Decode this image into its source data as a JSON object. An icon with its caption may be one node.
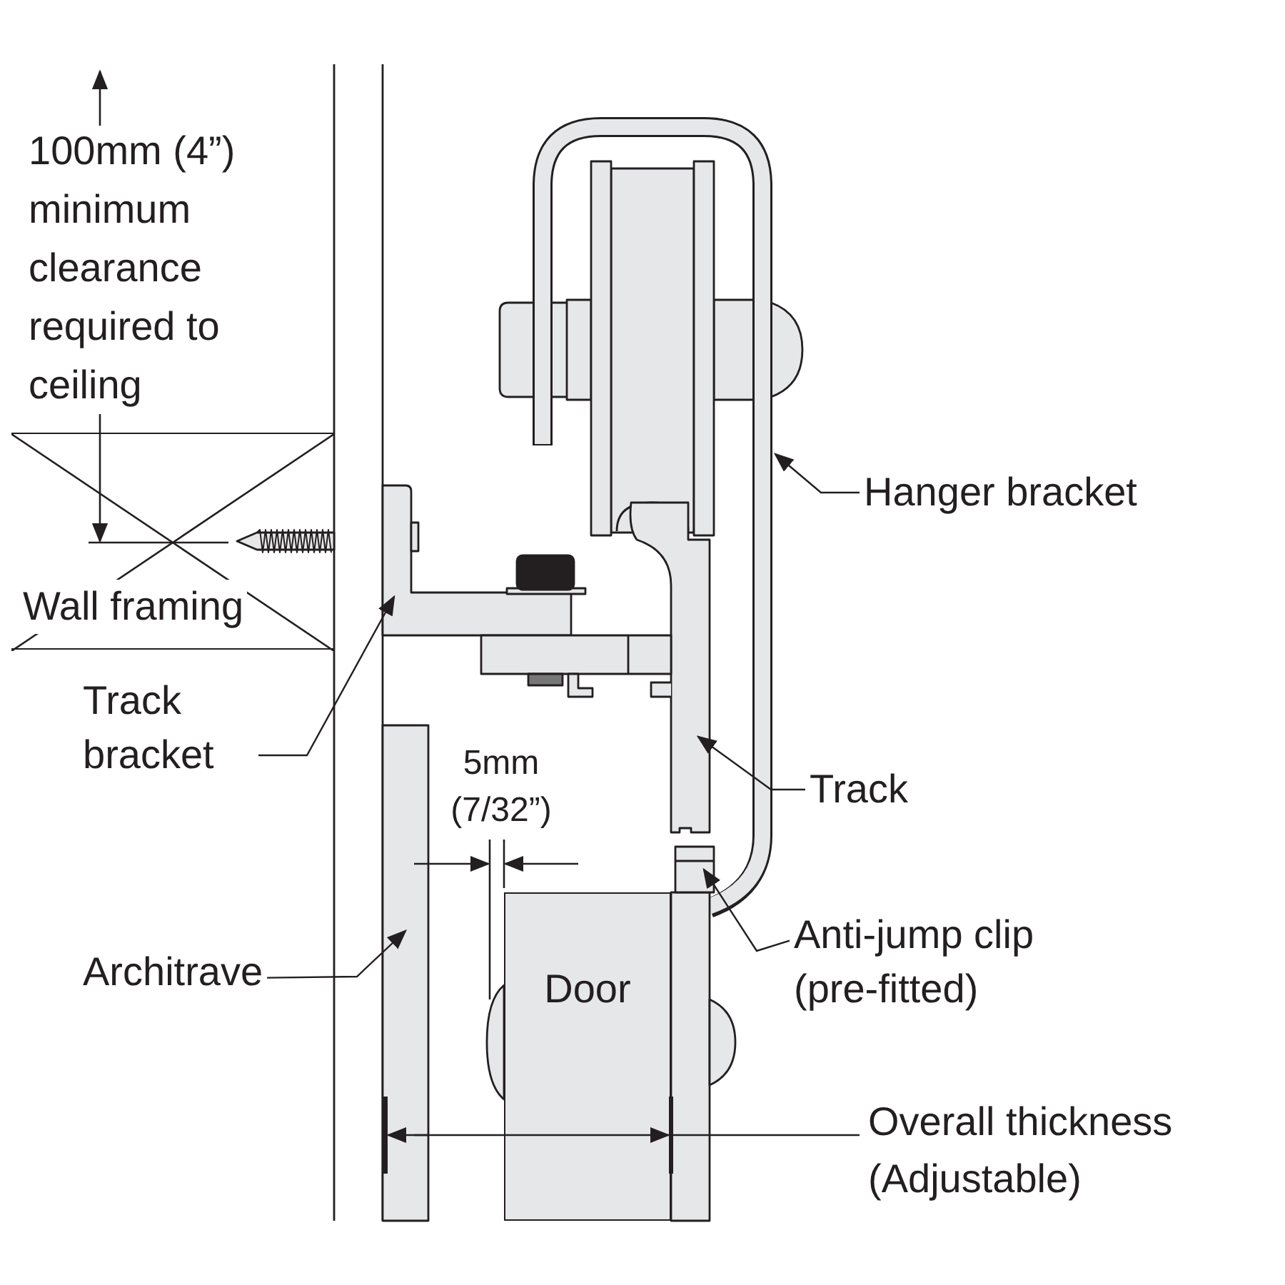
{
  "diagram": {
    "nodes": [
      {
        "text": [
          "Hanger bracket"
        ]
      },
      {
        "text": [
          "Track bracket"
        ]
      },
      {
        "text": [
          "Track"
        ]
      },
      {
        "text": [
          "Anti-jump clip (pre-fitted)"
        ]
      },
      {
        "text": [
          "Architrave"
        ]
      },
      {
        "text": [
          "Door"
        ]
      },
      {
        "text": [
          "Wall framing"
        ]
      }
    ],
    "edges": [
      {
        "from": 0,
        "to": null,
        "arrow": "to"
      },
      {
        "from": 1,
        "to": null,
        "arrow": "to"
      },
      {
        "from": 2,
        "to": null,
        "arrow": "to"
      },
      {
        "from": 3,
        "to": null,
        "arrow": "to"
      },
      {
        "from": 4,
        "to": null,
        "arrow": "to"
      }
    ],
    "labels": [
      "100mm (4”) minimum clearance required to ceiling",
      "5mm (7/32”)",
      "Overall thickness (Adjustable)"
    ]
  }
}
